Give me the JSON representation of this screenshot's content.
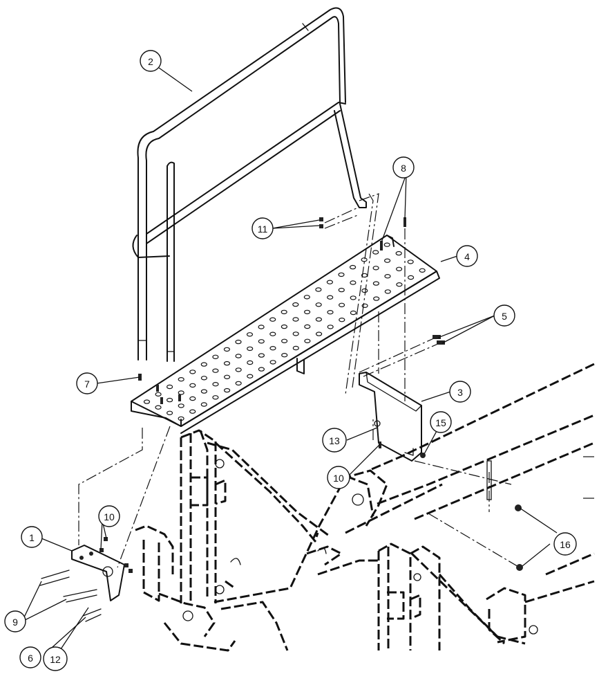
{
  "callouts": {
    "c1": "1",
    "c2": "2",
    "c3": "3",
    "c4": "4",
    "c5": "5",
    "c6": "6",
    "c7": "7",
    "c8": "8",
    "c9": "9",
    "c10a": "10",
    "c10b": "10",
    "c11": "11",
    "c12": "12",
    "c13": "13",
    "c15": "15",
    "c16": "16"
  }
}
